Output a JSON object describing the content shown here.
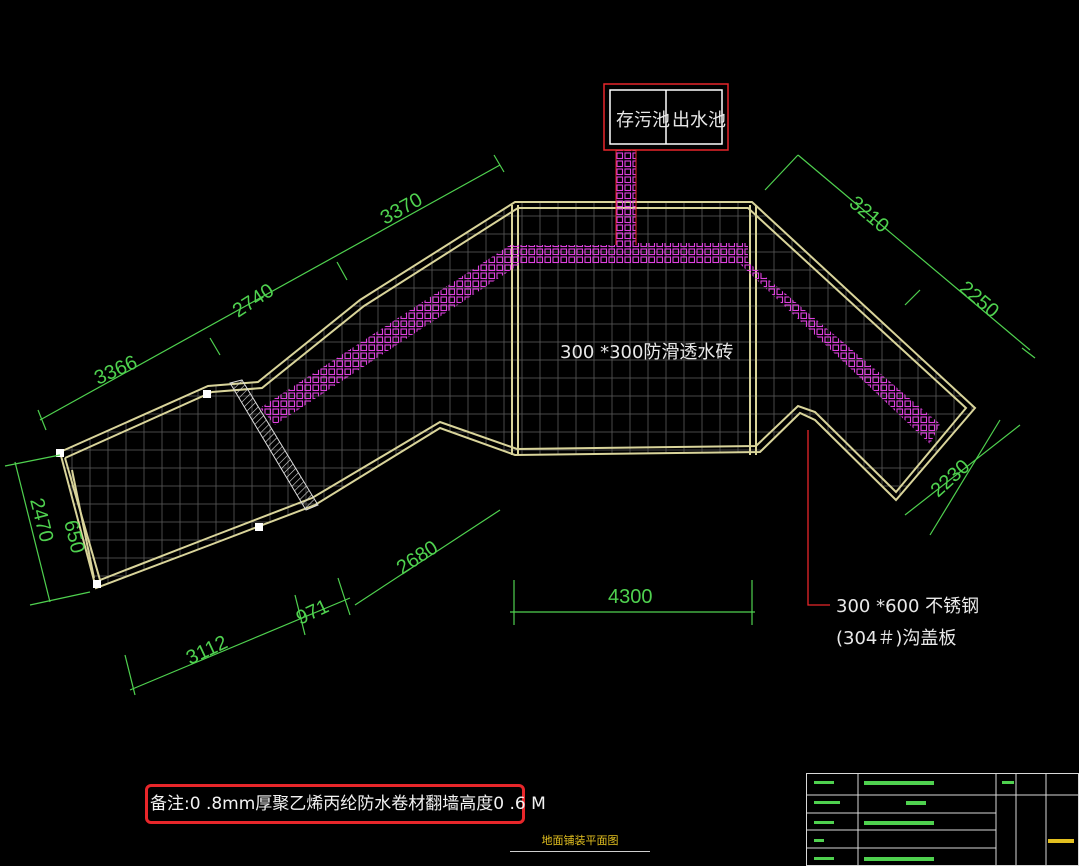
{
  "tanks": {
    "left": "存污池",
    "right": "出水池"
  },
  "floor_label": "300 *300防滑透水砖",
  "drain_label": {
    "line1": "300 *600 不锈钢",
    "line2": "(304＃)沟盖板"
  },
  "dimensions": {
    "d3370": "3370",
    "d2740": "2740",
    "d3366": "3366",
    "d2470": "2470",
    "d3210": "3210",
    "d2250": "2250",
    "d2230": "2230",
    "d4300": "4300",
    "d2680": "2680",
    "d971": "971",
    "d3112": "3112",
    "d650": "650"
  },
  "note": "备注:0 .8mm厚聚乙烯丙纶防水卷材翻墙高度0 .6 M",
  "drawing_title": "地面铺装平面图",
  "colors": {
    "dimension": "#4fd14f",
    "wall": "#d9d49a",
    "drain": "#e040e0",
    "tank": "#e8262a",
    "note_border": "#e8262a"
  }
}
